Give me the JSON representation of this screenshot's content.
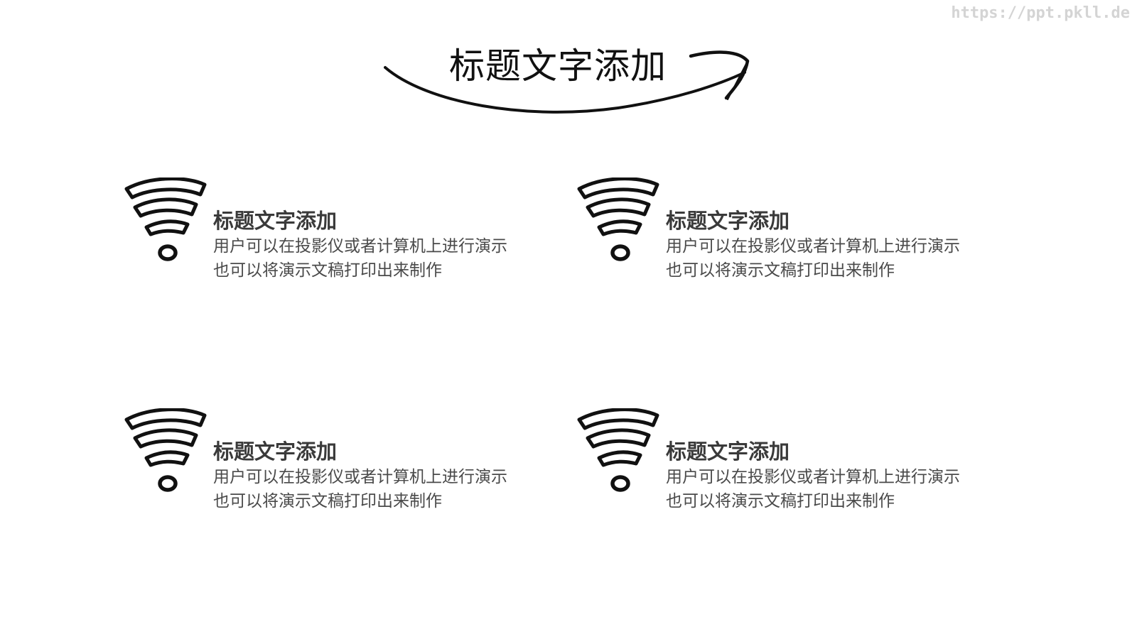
{
  "watermark": "https://ppt.pkll.de",
  "page": {
    "title": "标题文字添加"
  },
  "cards": [
    {
      "title": "标题文字添加",
      "desc_line1": "用户可以在投影仪或者计算机上进行演示",
      "desc_line2": "也可以将演示文稿打印出来制作",
      "icon": "wifi-signal-icon"
    },
    {
      "title": "标题文字添加",
      "desc_line1": "用户可以在投影仪或者计算机上进行演示",
      "desc_line2": "也可以将演示文稿打印出来制作",
      "icon": "wifi-signal-icon"
    },
    {
      "title": "标题文字添加",
      "desc_line1": "用户可以在投影仪或者计算机上进行演示",
      "desc_line2": "也可以将演示文稿打印出来制作",
      "icon": "wifi-signal-icon"
    },
    {
      "title": "标题文字添加",
      "desc_line1": "用户可以在投影仪或者计算机上进行演示",
      "desc_line2": "也可以将演示文稿打印出来制作",
      "icon": "wifi-signal-icon"
    }
  ],
  "colors": {
    "ink": "#111111",
    "text": "#3a3a3a",
    "watermark": "#d4d4d4",
    "background": "#ffffff"
  }
}
